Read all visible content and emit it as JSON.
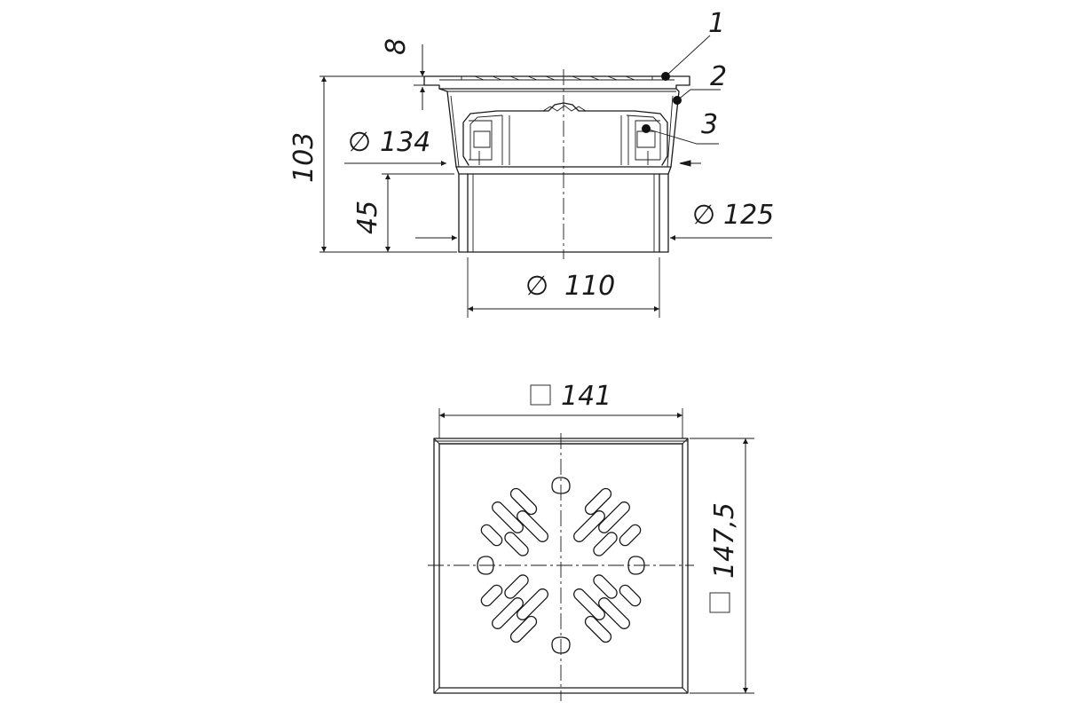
{
  "side_view": {
    "callouts": [
      "1",
      "2",
      "3"
    ],
    "dimensions": {
      "lip_height": "8",
      "total_height": "103",
      "body_diameter_symbol": "∅",
      "body_diameter": "134",
      "outlet_length": "45",
      "outer_diameter": "125",
      "pipe_diameter": "110"
    }
  },
  "top_view": {
    "dimensions": {
      "square_symbol": "□",
      "width": "141",
      "height": "147,5"
    }
  }
}
